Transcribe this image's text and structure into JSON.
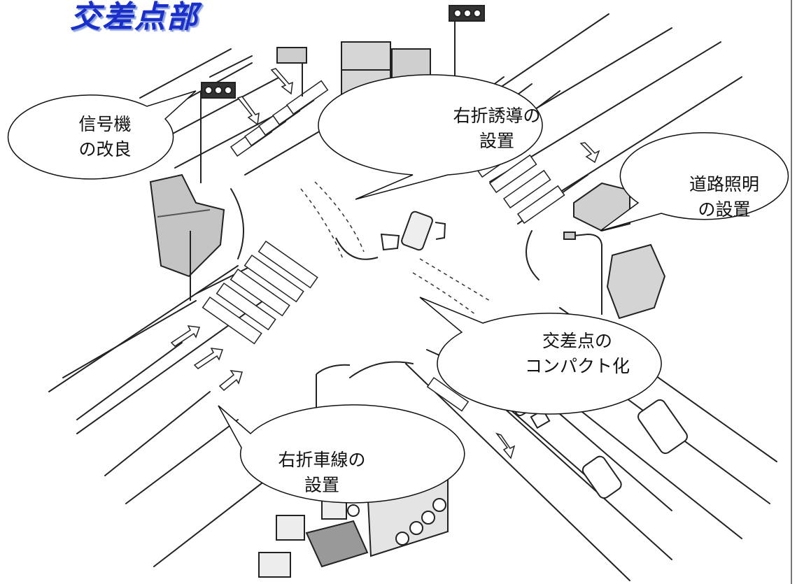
{
  "title": "交差点部",
  "callouts": {
    "signal": {
      "line1": "信号機",
      "line2": "の改良"
    },
    "right_turn_guide": {
      "line1": "右折誘導の",
      "line2": "設置"
    },
    "road_lighting": {
      "line1": "道路照明",
      "line2": "の設置"
    },
    "compact": {
      "line1": "交差点の",
      "line2": "コンパクト化"
    },
    "right_turn_lane": {
      "line1": "右折車線の",
      "line2": "設置"
    }
  }
}
